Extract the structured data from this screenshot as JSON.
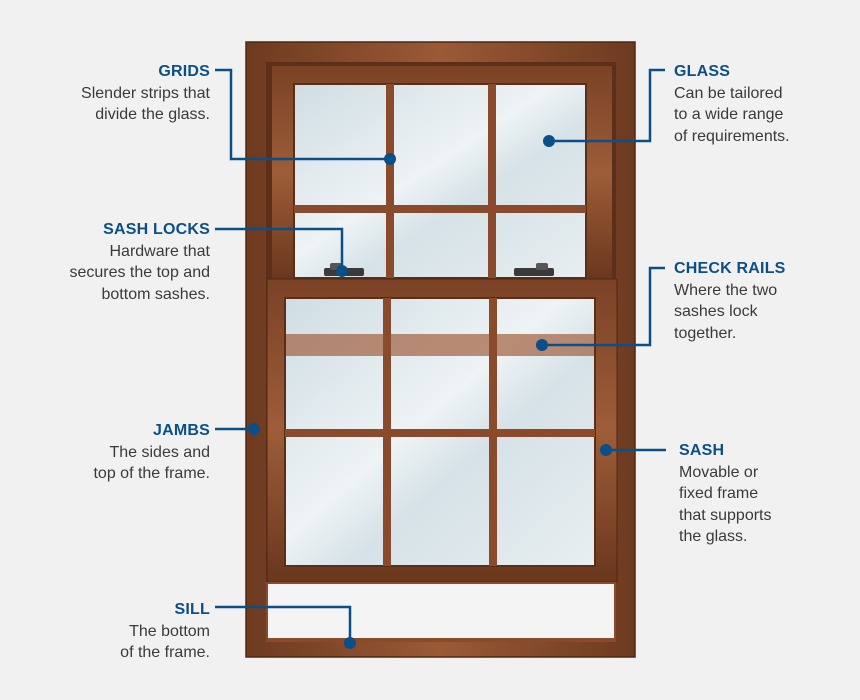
{
  "colors": {
    "background": "#f1f1f1",
    "wood": "#8a4b2c",
    "wood_dark": "#5e2f18",
    "glass": "#dde6ea",
    "callout": "#0b4f86",
    "text": "#3a3a3a"
  },
  "labels": {
    "grids": {
      "title": "GRIDS",
      "desc": "Slender strips that\ndivide the glass."
    },
    "sash_locks": {
      "title": "SASH LOCKS",
      "desc": "Hardware that\nsecures the top and\nbottom sashes."
    },
    "jambs": {
      "title": "JAMBS",
      "desc": "The sides and\ntop of the frame."
    },
    "sill": {
      "title": "SILL",
      "desc": "The bottom\nof the frame."
    },
    "glass": {
      "title": "GLASS",
      "desc": "Can be tailored\nto a wide range\nof  requirements."
    },
    "check_rails": {
      "title": "CHECK RAILS",
      "desc": "Where the two\nsashes lock\ntogether."
    },
    "sash": {
      "title": "SASH",
      "desc": "Movable or\nfixed frame\nthat supports\nthe glass."
    }
  }
}
